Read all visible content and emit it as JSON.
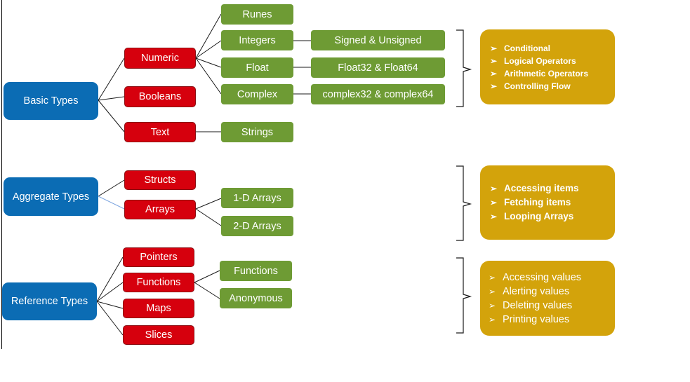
{
  "categories": {
    "basic": "Basic Types",
    "aggregate": "Aggregate Types",
    "reference": "Reference Types"
  },
  "basic": {
    "numeric": "Numeric",
    "booleans": "Booleans",
    "text": "Text",
    "runes": "Runes",
    "integers": "Integers",
    "float": "Float",
    "complex": "Complex",
    "signed_unsigned": "Signed & Unsigned",
    "float32_64": "Float32 & Float64",
    "complex32_64": "complex32 & complex64",
    "strings": "Strings"
  },
  "aggregate": {
    "structs": "Structs",
    "arrays": "Arrays",
    "arrays_1d": "1-D Arrays",
    "arrays_2d": "2-D Arrays"
  },
  "reference": {
    "pointers": "Pointers",
    "functions": "Functions",
    "maps": "Maps",
    "slices": "Slices",
    "functions_leaf": "Functions",
    "anonymous": "Anonymous"
  },
  "notes": {
    "bullet_glyph": "➢",
    "basic": [
      "Conditional",
      "Logical Operators",
      "Arithmetic Operators",
      "Controlling Flow"
    ],
    "aggregate": [
      "Accessing items",
      "Fetching items",
      "Looping Arrays"
    ],
    "reference": [
      "Accessing values",
      "Alerting values",
      "Deleting values",
      "Printing values"
    ]
  },
  "colors": {
    "category": "#0b6cb4",
    "subtype": "#d6000d",
    "leaf": "#6e9b34",
    "note": "#d3a30b",
    "connector": "#1a1a1a",
    "dashed_connector": "#7ea6e0"
  }
}
